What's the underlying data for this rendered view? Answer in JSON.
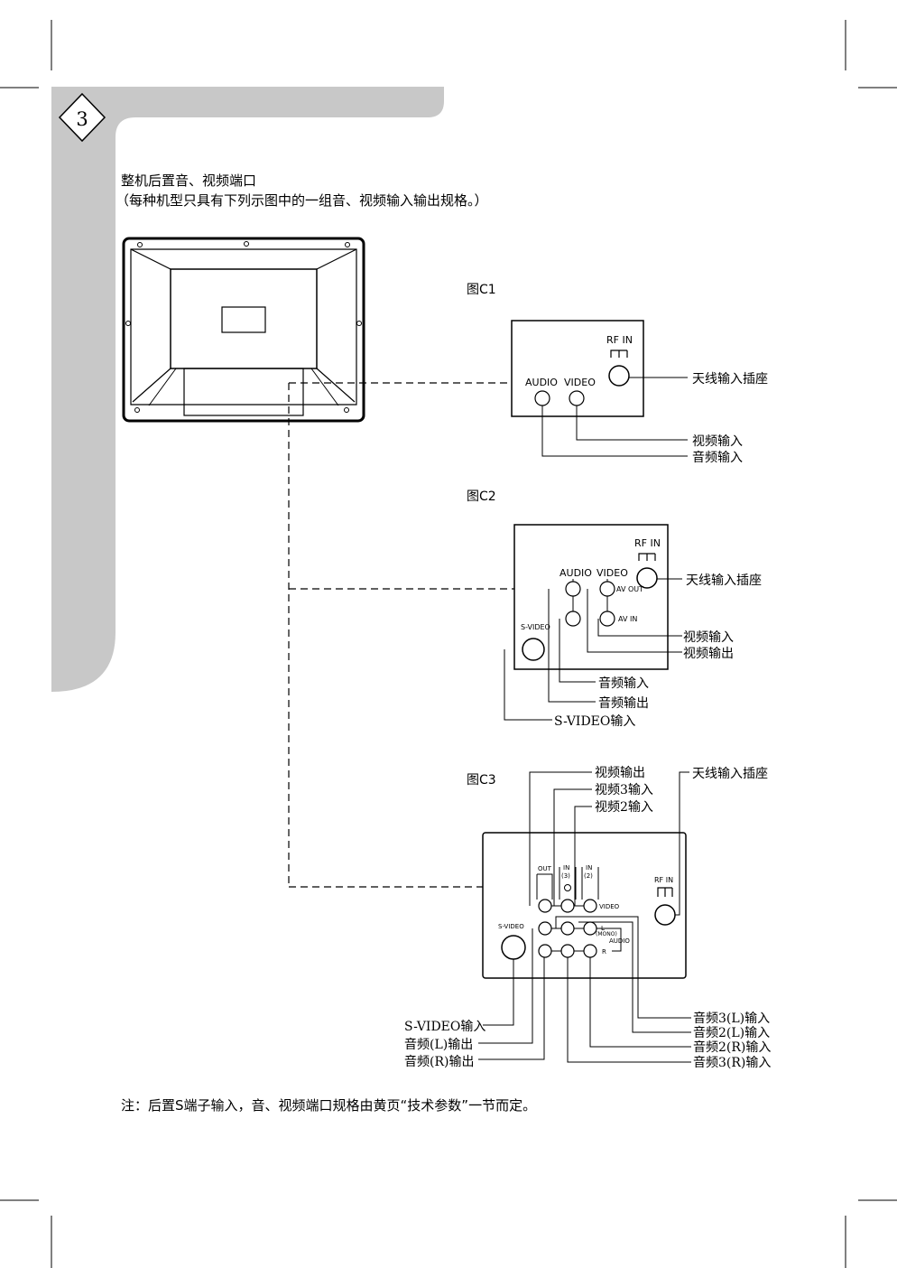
{
  "page": {
    "number": "3",
    "heading": "整机后置音、视频端口",
    "subheading": "（每种机型只具有下列示图中的一组音、视频输入输出规格。）",
    "note": "注：后置S端子输入，音、视频端口规格由黄页“技术参数”一节而定。"
  },
  "c1": {
    "title": "图C1",
    "rf_in": "RF IN",
    "audio": "AUDIO",
    "video": "VIDEO",
    "callouts": [
      "天线输入插座",
      "视频输入",
      "音频输入"
    ]
  },
  "c2": {
    "title": "图C2",
    "rf_in": "RF IN",
    "audio": "AUDIO",
    "video": "VIDEO",
    "av_out": "AV OUT",
    "av_in": "AV IN",
    "s_video": "S-VIDEO",
    "callouts": [
      "天线输入插座",
      "视频输入",
      "视频输出",
      "音频输入",
      "音频输出",
      "S-VIDEO输入"
    ]
  },
  "c3": {
    "title": "图C3",
    "rf_in": "RF IN",
    "out": "OUT",
    "in3": "IN",
    "in3_num": "(3)",
    "in2": "IN",
    "in2_num": "(2)",
    "video": "VIDEO",
    "s_video": "S-VIDEO",
    "l": "L",
    "mono": "(MONO)",
    "audio": "AUDIO",
    "r": "R",
    "callouts_top": [
      "视频输出",
      "视频3输入",
      "视频2输入",
      "天线输入插座"
    ],
    "callouts_left": [
      "S-VIDEO输入",
      "音频(L)输出",
      "音频(R)输出"
    ],
    "callouts_right": [
      "音频3(L)输入",
      "音频2(L)输入",
      "音频2(R)输入",
      "音频3(R)输入"
    ]
  }
}
